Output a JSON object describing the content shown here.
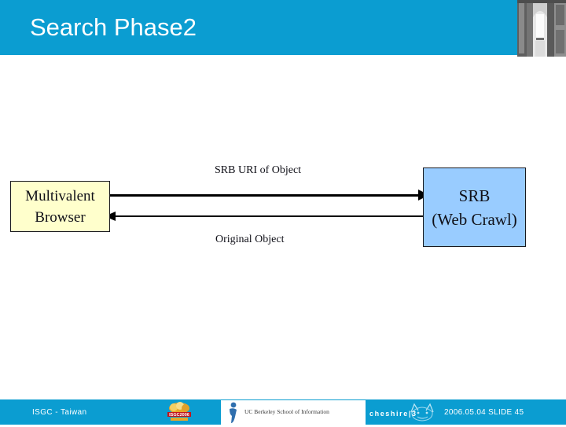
{
  "slide": {
    "title": "Search Phase2",
    "header_bg": "#0b9dd1",
    "photo_alt": "building-facade-photo"
  },
  "diagram": {
    "nodes": [
      {
        "id": "multivalent-browser",
        "line1": "Multivalent",
        "line2": "Browser",
        "fill": "#ffffcc",
        "border": "#19191f"
      },
      {
        "id": "srb-web-crawl",
        "line1": "SRB",
        "line2": "(Web Crawl)",
        "fill": "#99ccff",
        "border": "#19191f"
      }
    ],
    "edges": [
      {
        "id": "request-edge",
        "label": "SRB URI of Object",
        "direction": "left-to-right"
      },
      {
        "id": "response-edge",
        "label": "Original Object",
        "direction": "right-to-left"
      }
    ]
  },
  "footer": {
    "organization": "ISGC - Taiwan",
    "slide_info": "2006.05.04 SLIDE 45",
    "logos": {
      "isgc": "isgc-logo",
      "berkeley": "UC Berkeley School of Information",
      "cheshire": "cheshire|3"
    },
    "bg": "#0b9dd1"
  }
}
